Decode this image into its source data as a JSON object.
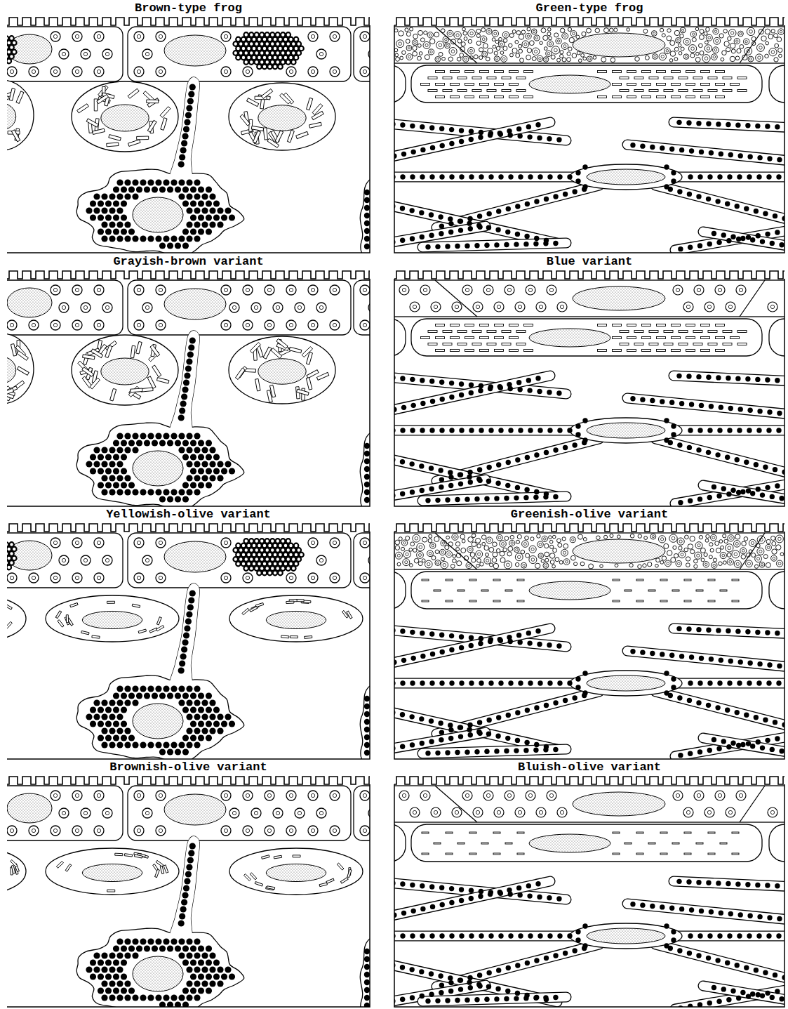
{
  "diagram": {
    "nodes": [
      {
        "text": [
          "Brown-type frog"
        ]
      },
      {
        "text": [
          "Green-type frog"
        ]
      },
      {
        "text": [
          "Grayish-brown variant"
        ]
      },
      {
        "text": [
          "Blue variant"
        ]
      },
      {
        "text": [
          "Yellowish-olive variant"
        ]
      },
      {
        "text": [
          "Greenish-olive variant"
        ]
      },
      {
        "text": [
          "Brownish-olive variant"
        ]
      },
      {
        "text": [
          "Bluish-olive variant"
        ]
      }
    ]
  }
}
